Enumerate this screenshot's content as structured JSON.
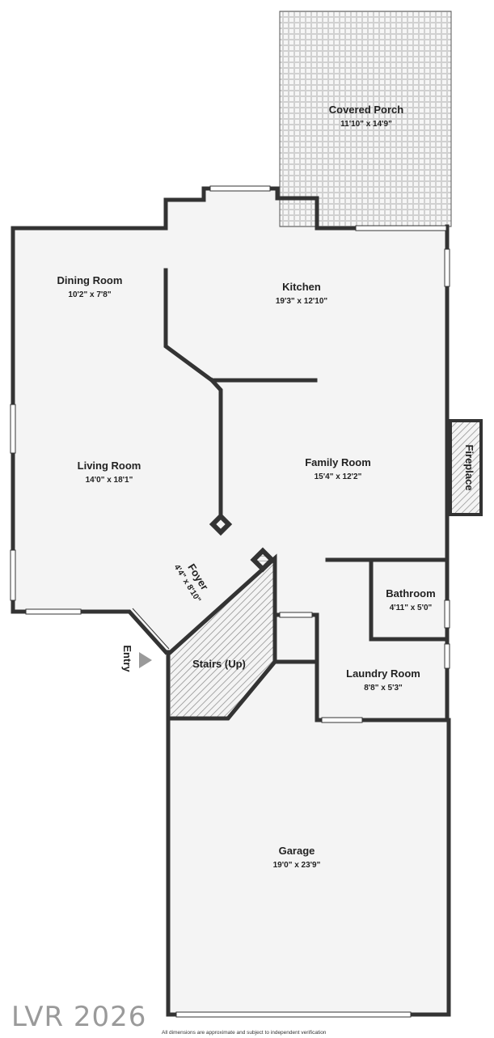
{
  "rooms": {
    "covered_porch": {
      "name": "Covered Porch",
      "dims": "11'10\" x 14'9\""
    },
    "dining_room": {
      "name": "Dining Room",
      "dims": "10'2\" x 7'8\""
    },
    "kitchen": {
      "name": "Kitchen",
      "dims": "19'3\" x 12'10\""
    },
    "living_room": {
      "name": "Living Room",
      "dims": "14'0\" x 18'1\""
    },
    "family_room": {
      "name": "Family Room",
      "dims": "15'4\" x 12'2\""
    },
    "fireplace": {
      "name": "Fireplace"
    },
    "foyer": {
      "name": "Foyer",
      "dims": "4'4\" x 8'10\""
    },
    "bathroom": {
      "name": "Bathroom",
      "dims": "4'11\" x 5'0\""
    },
    "stairs": {
      "name": "Stairs (Up)"
    },
    "laundry_room": {
      "name": "Laundry Room",
      "dims": "8'8\" x 5'3\""
    },
    "garage": {
      "name": "Garage",
      "dims": "19'0\" x 23'9\""
    }
  },
  "entry_label": "Entry",
  "watermark": "LVR 2026",
  "disclaimer": "All dimensions are approximate and subject to independent verification",
  "colors": {
    "wall": "#333333",
    "floor": "#f4f4f4",
    "hatch": "#9a9a9a",
    "text": "#222222",
    "watermark": "#9a9a9a"
  }
}
